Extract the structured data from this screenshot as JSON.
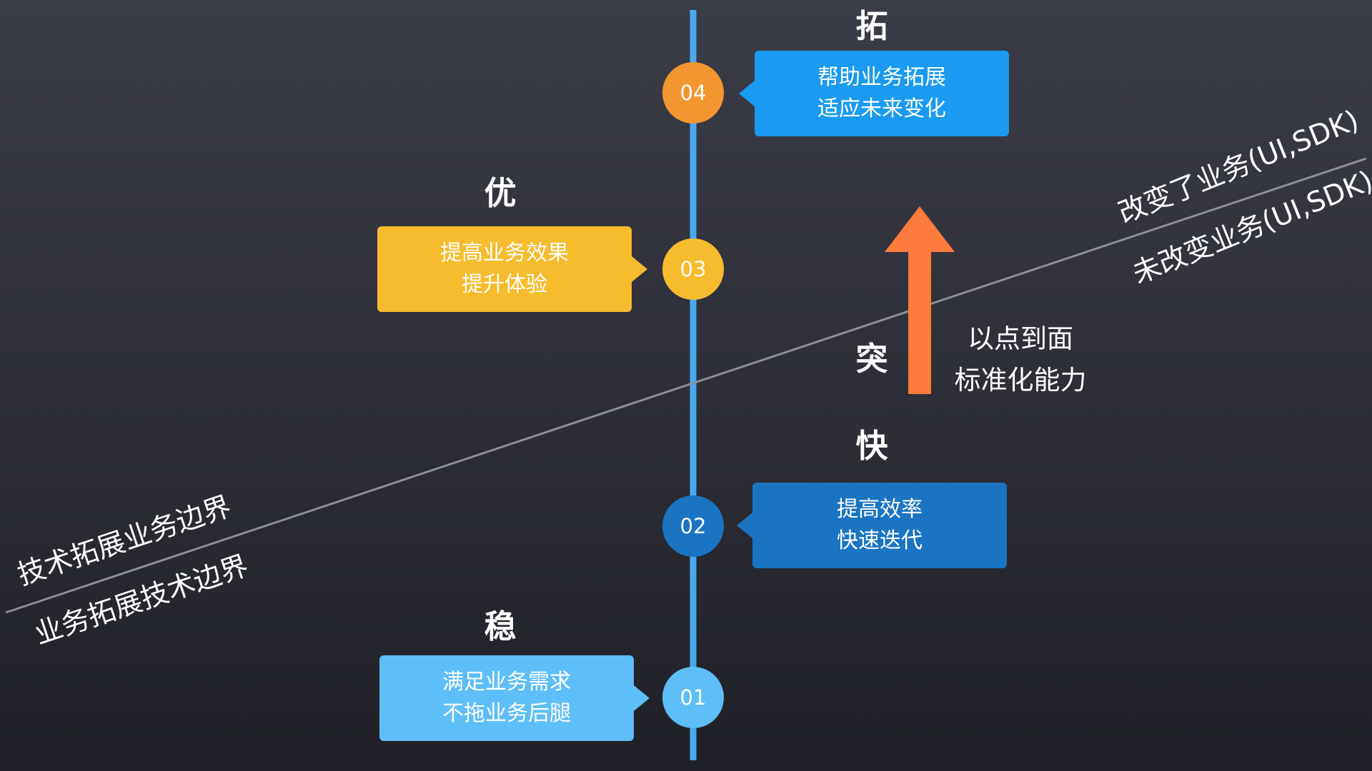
{
  "colors": {
    "timeline": "#4aa8f0",
    "boundary_line": "#8d8e95",
    "node_01": "#5ebef7",
    "node_02": "#1a74c2",
    "node_03": "#f6bc2d",
    "node_04": "#f2962f",
    "box_01": "#5ebef7",
    "box_02": "#1a74c2",
    "box_03": "#f6bc2d",
    "box_04": "#1a9af0",
    "breakthrough_arrow": "#ff7a3d"
  },
  "milestones": [
    {
      "number": "01",
      "heading": "稳",
      "lines": [
        "满足业务需求",
        "不拖业务后腿"
      ]
    },
    {
      "number": "02",
      "heading": "快",
      "lines": [
        "提高效率",
        "快速迭代"
      ]
    },
    {
      "number": "03",
      "heading": "优",
      "lines": [
        "提高业务效果",
        "提升体验"
      ]
    },
    {
      "number": "04",
      "heading": "拓",
      "lines": [
        "帮助业务拓展",
        "适应未来变化"
      ]
    }
  ],
  "breakthrough": {
    "heading": "突",
    "lines": [
      "以点到面",
      "标准化能力"
    ]
  },
  "boundary": {
    "left_above": "技术拓展业务边界",
    "left_below": "业务拓展技术边界",
    "right_above": "改变了业务(UI,SDK)",
    "right_below": "未改变业务(UI,SDK)"
  }
}
